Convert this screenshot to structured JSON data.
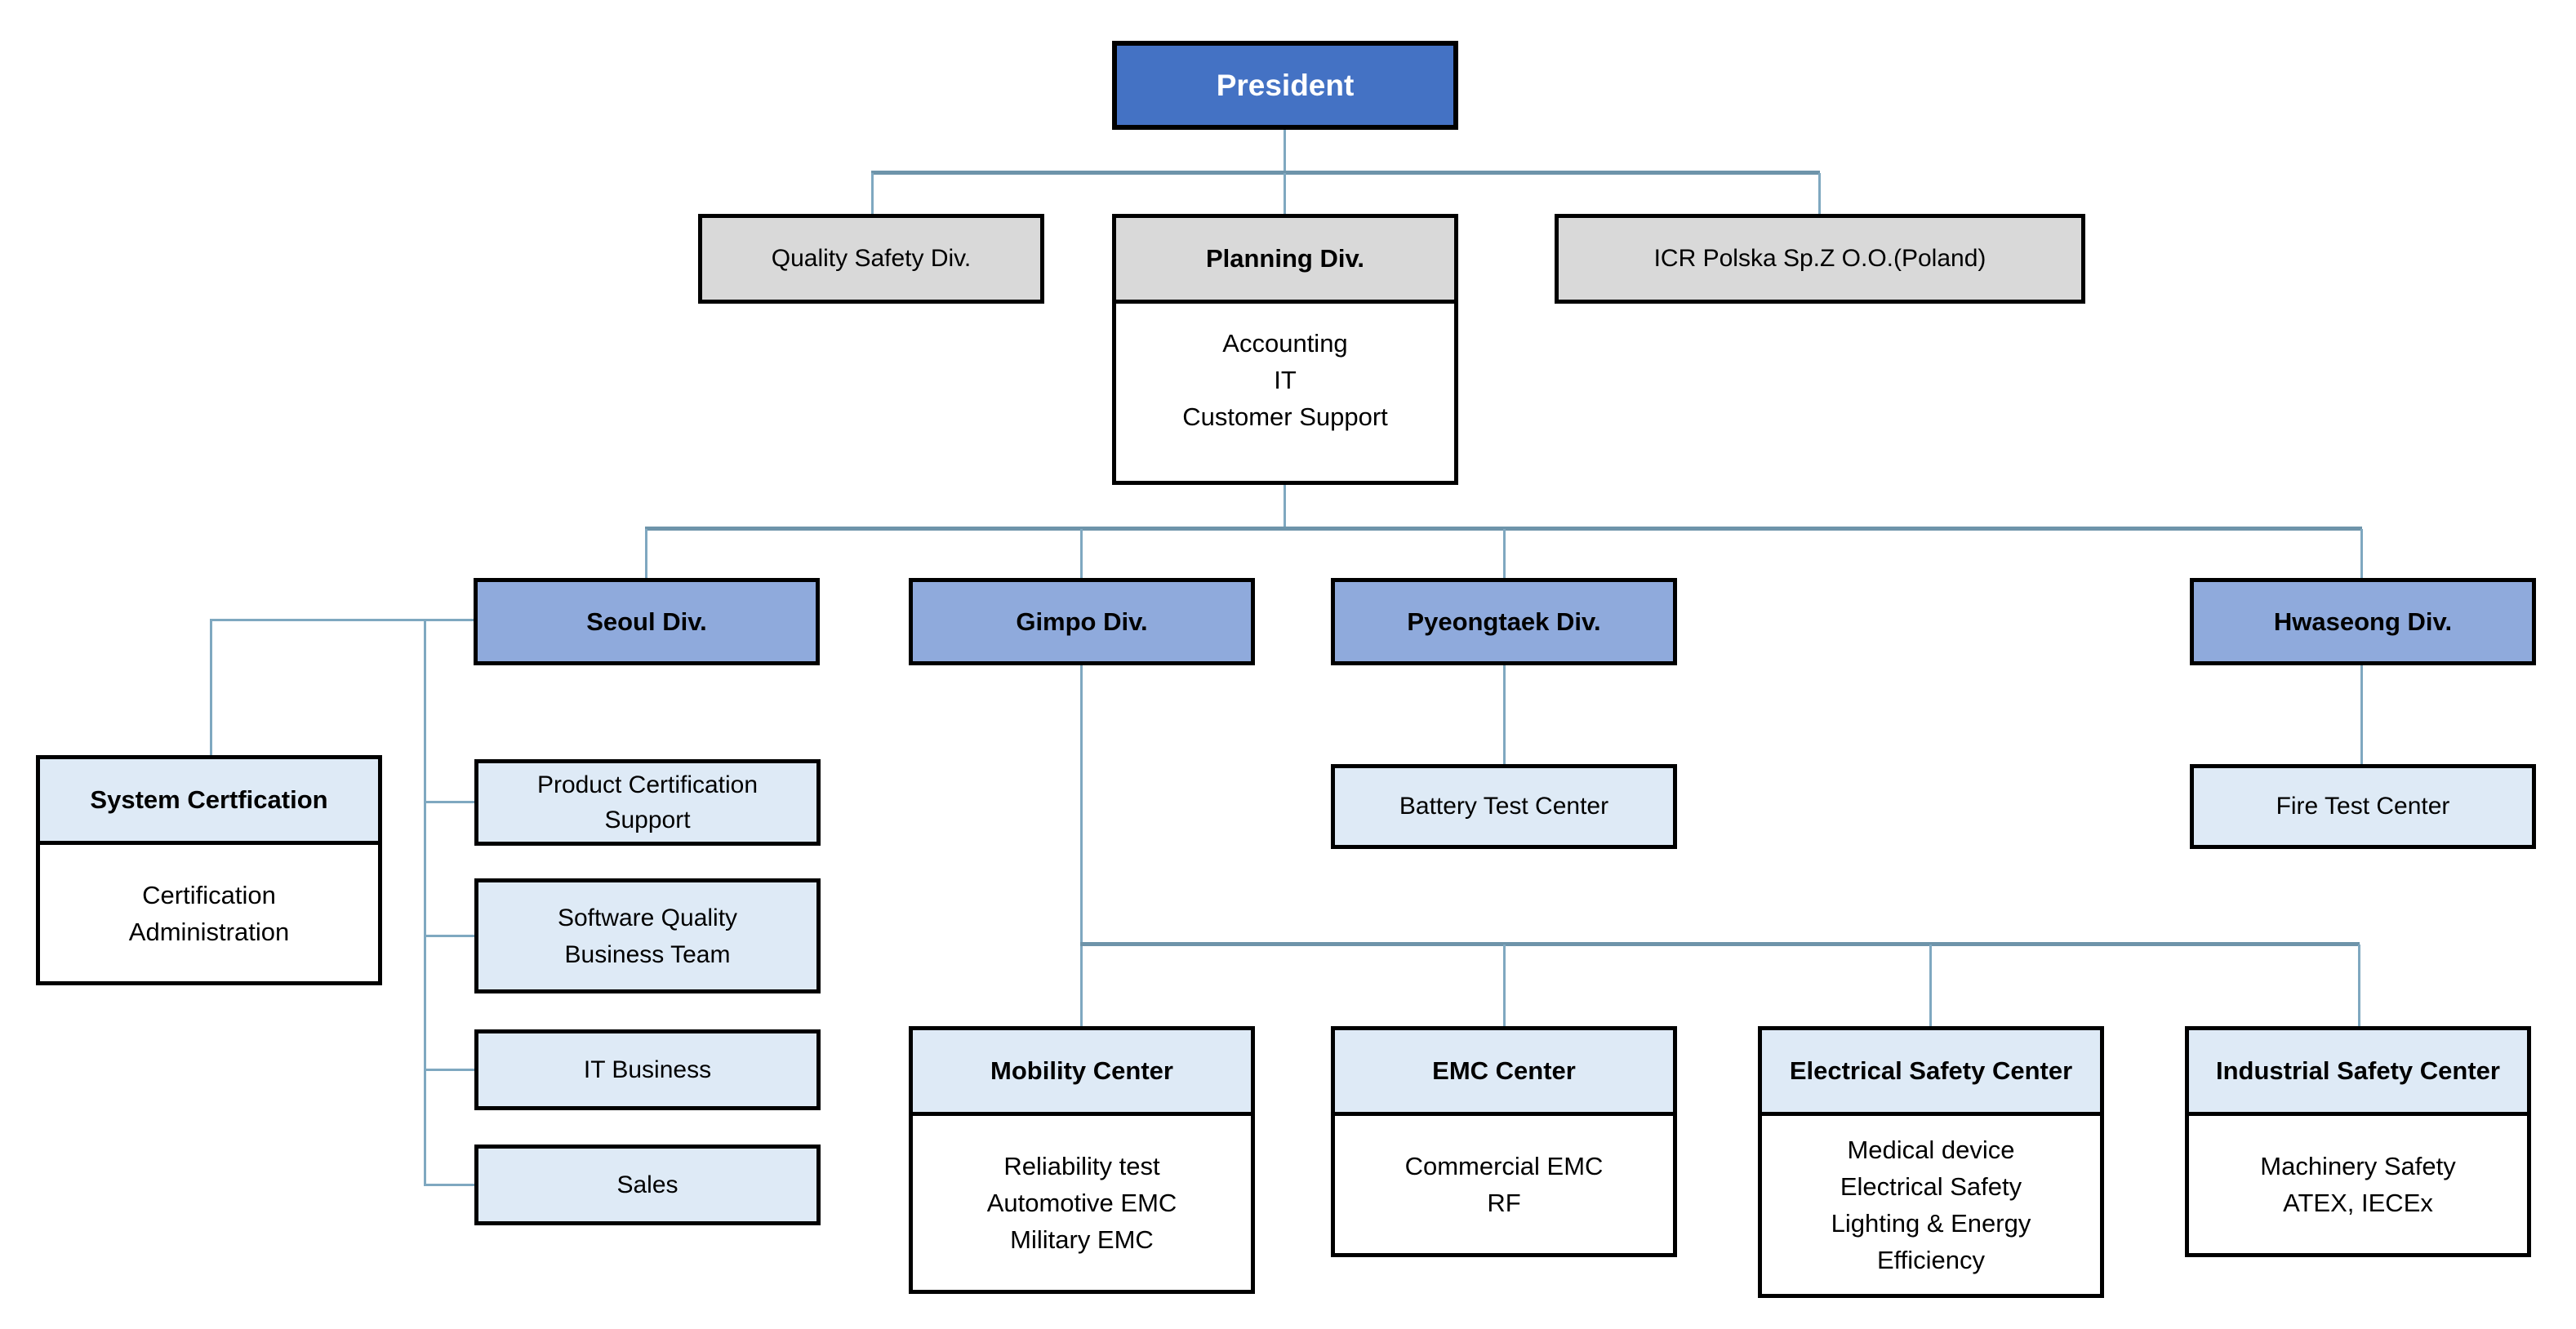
{
  "title": "Organization Chart",
  "colors": {
    "president_fill": "#4472C4",
    "president_text": "#FFFFFF",
    "division_fill": "#8FAADC",
    "department_fill": "#D9D9D9",
    "center_fill": "#DEEAF6",
    "body_fill": "#FFFFFF",
    "box_border": "#000000",
    "connector_line": "#7FA8C0",
    "connector_trunk": "#6E94AA",
    "text": "#000000"
  },
  "nodes": {
    "president": {
      "label": "President"
    },
    "quality_safety": {
      "label": "Quality Safety Div."
    },
    "planning": {
      "label": "Planning Div.",
      "items": [
        "Accounting",
        "IT",
        "Customer Support"
      ]
    },
    "icr_poland": {
      "label": "ICR Polska Sp.Z O.O.(Poland)"
    },
    "seoul": {
      "label": "Seoul Div."
    },
    "gimpo": {
      "label": "Gimpo Div."
    },
    "pyeongtaek": {
      "label": "Pyeongtaek Div."
    },
    "hwaseong": {
      "label": "Hwaseong Div."
    },
    "system_certification": {
      "label": "System Certfication",
      "items": [
        "Certification Administration"
      ]
    },
    "product_certification_support": {
      "lines": [
        "Product Certification",
        "Support"
      ]
    },
    "software_quality_business_team": {
      "lines": [
        "Software Quality",
        "Business Team"
      ]
    },
    "it_business": {
      "label": "IT Business"
    },
    "sales": {
      "label": "Sales"
    },
    "battery_test_center": {
      "label": "Battery Test Center"
    },
    "fire_test_center": {
      "label": "Fire Test Center"
    },
    "mobility_center": {
      "label": "Mobility Center",
      "items": [
        "Reliability test",
        "Automotive EMC",
        "Military EMC"
      ]
    },
    "emc_center": {
      "label": "EMC Center",
      "items": [
        "Commercial EMC",
        "RF"
      ]
    },
    "electrical_safety_center": {
      "label": "Electrical Safety Center",
      "items": [
        "Medical device",
        "Electrical Safety",
        "Lighting & Energy Efficiency"
      ]
    },
    "industrial_safety_center": {
      "label": "Industrial Safety Center",
      "items": [
        "Machinery Safety",
        "ATEX, IECEx"
      ]
    }
  }
}
